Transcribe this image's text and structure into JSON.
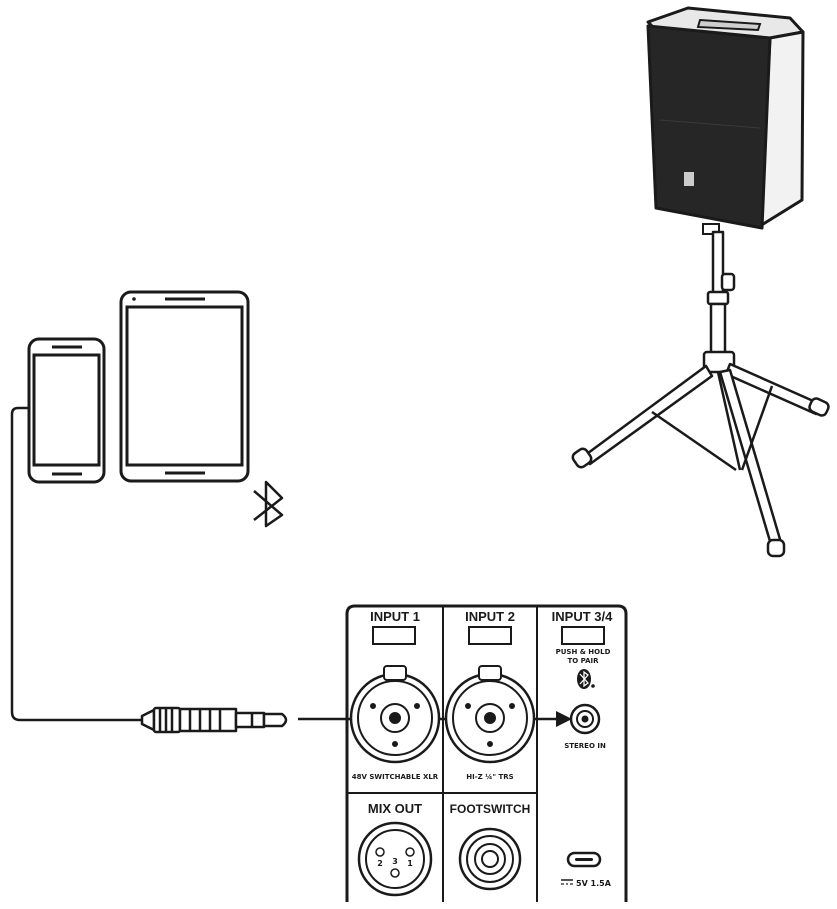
{
  "panel": {
    "input1": {
      "title": "INPUT 1",
      "caption": "48V SWITCHABLE XLR"
    },
    "input2": {
      "title": "INPUT 2",
      "caption": "HI-Z ¼\" TRS"
    },
    "input34": {
      "title": "INPUT 3/4",
      "pair_line1": "PUSH & HOLD",
      "pair_line2": "TO PAIR",
      "stereo_caption": "STEREO IN"
    },
    "mix_out": {
      "title": "MIX OUT",
      "pin1": "1",
      "pin2": "2",
      "pin3": "3"
    },
    "footswitch": {
      "title": "FOOTSWITCH"
    },
    "usb": {
      "caption": "5V 1.5A"
    }
  },
  "icons": {
    "speaker": "speaker-icon",
    "stand": "tripod-stand-icon",
    "phone": "smartphone-icon",
    "tablet": "tablet-icon",
    "bluetooth": "bluetooth-icon",
    "plug": "trs-plug-icon",
    "usb": "usb-c-icon"
  },
  "colors": {
    "line": "#1a1a1a",
    "speaker_body": "#262626",
    "panel_bg": "#ffffff"
  }
}
